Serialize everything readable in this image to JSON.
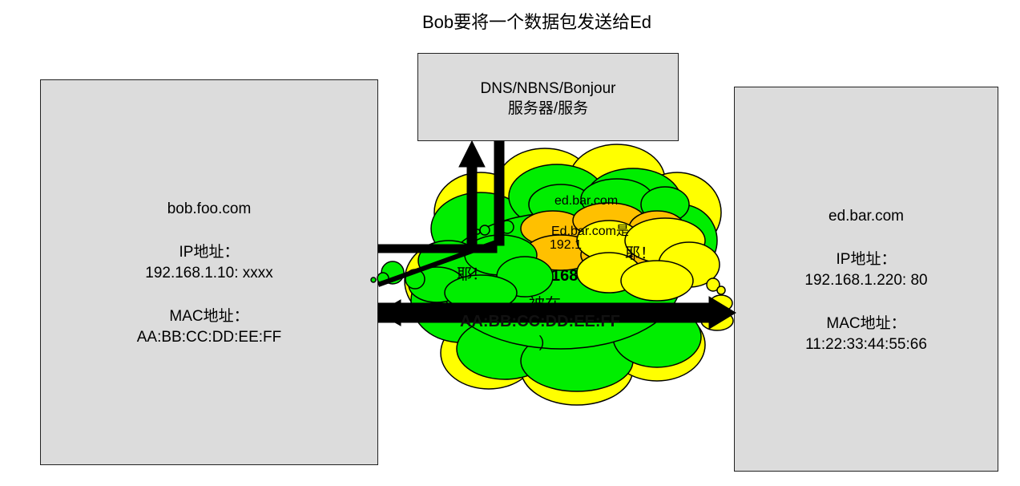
{
  "title": "Bob要将一个数据包发送给Ed",
  "left_host": {
    "name": "bob.foo.com",
    "ip_label": "IP地址：",
    "ip_value": "192.168.1.10: xxxx",
    "mac_label": "MAC地址：",
    "mac_value": "AA:BB:CC:DD:EE:FF"
  },
  "right_host": {
    "name": "ed.bar.com",
    "ip_label": "IP地址：",
    "ip_value": "192.168.1.220: 80",
    "mac_label": "MAC地址：",
    "mac_value": "11:22:33:44:55:66"
  },
  "server": {
    "line1": "DNS/NBNS/Bonjour",
    "line2": "服务器/服务"
  },
  "clouds": {
    "green_back_label": "ed.bar.com",
    "orange_label_1": "Ed.bar.com是",
    "orange_label_2": "192.1",
    "yellow_shout": "耶！",
    "green_shout": "耶！",
    "partial_1": "168",
    "partial_2": "被在",
    "partial_3": "AA:BB:CC:DD:EE:FF",
    "partial_4": "）"
  },
  "colors": {
    "green": "#00ee00",
    "yellow": "#ffff00",
    "orange": "#ffc000",
    "box_fill": "#dcdcdc",
    "arrow": "#000000"
  }
}
